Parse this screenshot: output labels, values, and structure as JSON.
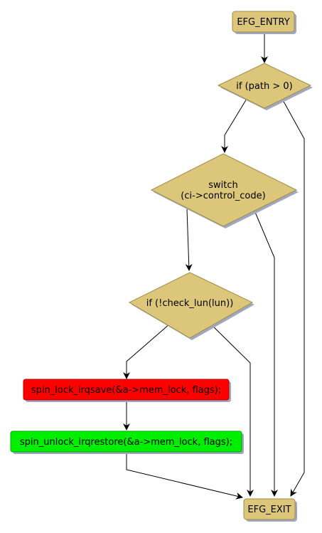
{
  "diagram": {
    "nodes": {
      "entry": {
        "label": "EFG_ENTRY",
        "kind": "terminal"
      },
      "cond_path": {
        "label": "if (path > 0)",
        "kind": "decision"
      },
      "switch_cc": {
        "label_lines": [
          "switch",
          "(ci->control_code)"
        ],
        "kind": "decision"
      },
      "cond_lun": {
        "label": "if (!check_lun(lun))",
        "kind": "decision"
      },
      "lock": {
        "label": "spin_lock_irqsave(&a->mem_lock, flags);",
        "kind": "statement"
      },
      "unlock": {
        "label": "spin_unlock_irqrestore(&a->mem_lock, flags);",
        "kind": "statement"
      },
      "exit": {
        "label": "EFG_EXIT",
        "kind": "terminal"
      }
    },
    "edges": [
      {
        "from": "entry",
        "to": "cond_path"
      },
      {
        "from": "cond_path",
        "to": "switch_cc"
      },
      {
        "from": "cond_path",
        "to": "exit"
      },
      {
        "from": "switch_cc",
        "to": "cond_lun"
      },
      {
        "from": "switch_cc",
        "to": "exit"
      },
      {
        "from": "cond_lun",
        "to": "lock"
      },
      {
        "from": "cond_lun",
        "to": "exit"
      },
      {
        "from": "lock",
        "to": "unlock"
      },
      {
        "from": "unlock",
        "to": "exit"
      }
    ],
    "colors": {
      "node_fill": "#dcc67a",
      "node_stroke": "#a08c48",
      "shadow": "#9fa8c0",
      "lock_fill": "#ff0000",
      "lock_stroke": "#b80000",
      "unlock_fill": "#00ee00",
      "unlock_stroke": "#00a800",
      "edge": "#000000"
    }
  }
}
